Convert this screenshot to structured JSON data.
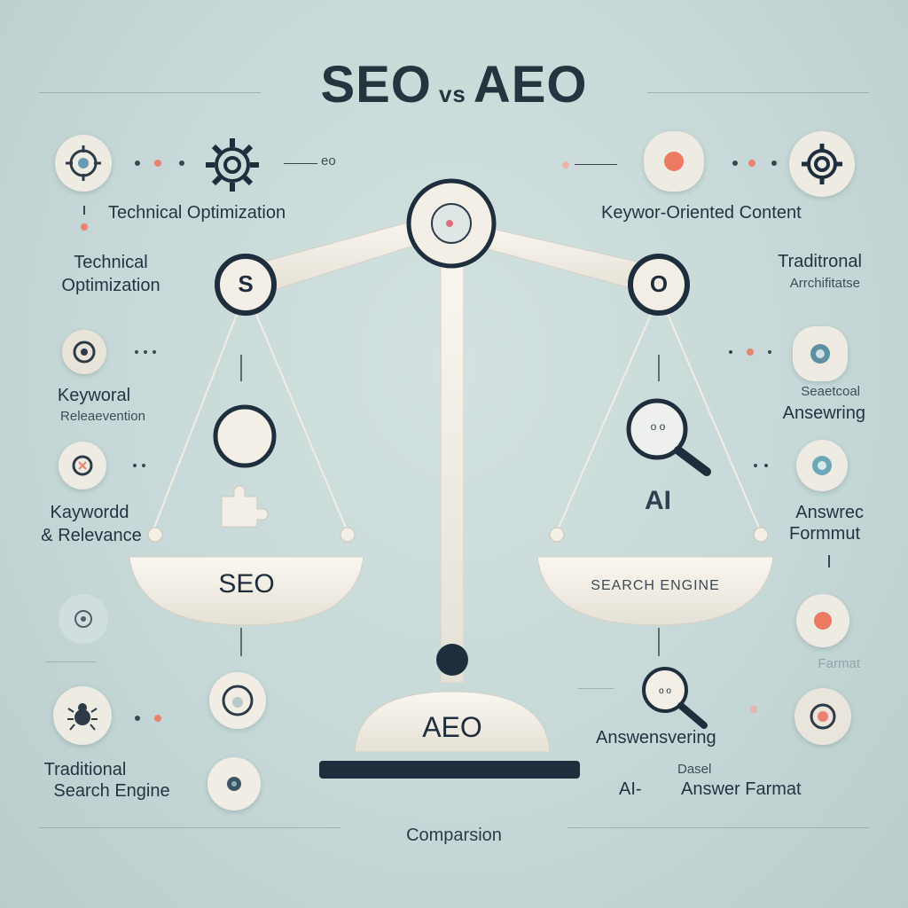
{
  "title": {
    "left": "SEO",
    "vs": "vs",
    "right": "AEO"
  },
  "top_left_connector": "eo",
  "left_labels": [
    "Technical Optimization",
    "Technical",
    "Optimization",
    "Keyworal",
    "Releaevention",
    "Kaywordd",
    "& Relevance",
    "Traditional",
    "Search Engine"
  ],
  "right_labels": [
    "Keywor-Oriented Content",
    "Traditronal",
    "Arrchifitatse",
    "Seaetcoal",
    "Ansewring",
    "Answrec",
    "Formmut",
    "Farmat",
    "Answensvering",
    "Dasel",
    "AI-",
    "Answer Farmat"
  ],
  "scale": {
    "left_joint": "S",
    "right_joint": "O",
    "left_pan": "SEO",
    "right_pan": "SEARCH ENGINE",
    "base": "AEO",
    "ai_badge": "AI",
    "magnifier_text": "o o"
  },
  "footer": "Comparsion",
  "colors": {
    "background": "#c6d8d7",
    "accent": "#e9826f",
    "dark": "#1f2e3d",
    "cream": "#f3efe6"
  },
  "icons": [
    "target-icon",
    "gear-icon",
    "flower-icon",
    "gear-outline-icon",
    "camera-icon",
    "puzzle-icon",
    "sun-gear-icon",
    "bug-icon",
    "swirl-icon",
    "magnifier-icon",
    "lens-icon"
  ]
}
